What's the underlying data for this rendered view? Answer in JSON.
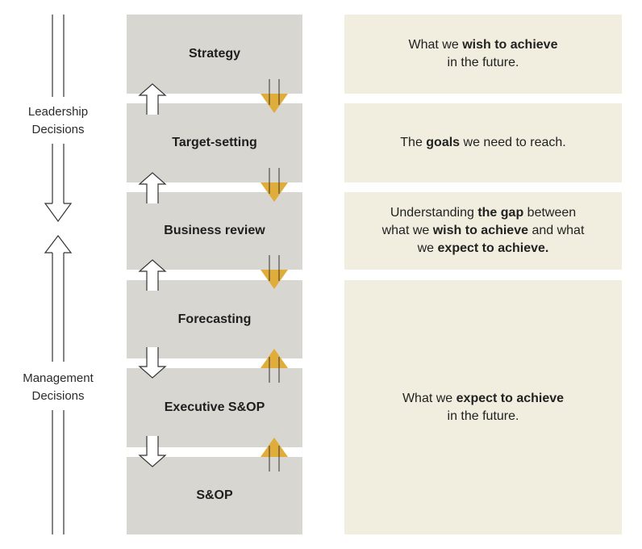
{
  "left_labels": {
    "leadership": [
      "Leadership",
      "Decisions"
    ],
    "management": [
      "Management",
      "Decisions"
    ]
  },
  "levels": [
    {
      "label": "Strategy"
    },
    {
      "label": "Target-setting"
    },
    {
      "label": "Business review"
    },
    {
      "label": "Forecasting"
    },
    {
      "label": "Executive S&OP"
    },
    {
      "label": "S&OP"
    }
  ],
  "descriptions": [
    {
      "lines": [
        [
          {
            "t": "What we "
          },
          {
            "t": "wish to achieve",
            "b": true
          }
        ],
        [
          {
            "t": "in the future."
          }
        ]
      ]
    },
    {
      "lines": [
        [
          {
            "t": "The "
          },
          {
            "t": "goals",
            "b": true
          },
          {
            "t": " we need to reach."
          }
        ]
      ]
    },
    {
      "lines": [
        [
          {
            "t": "Understanding "
          },
          {
            "t": "the gap",
            "b": true
          },
          {
            "t": " between"
          }
        ],
        [
          {
            "t": "what we "
          },
          {
            "t": "wish to achieve",
            "b": true
          },
          {
            "t": " and what"
          }
        ],
        [
          {
            "t": "we "
          },
          {
            "t": "expect to achieve.",
            "b": true
          }
        ]
      ]
    },
    {
      "lines": [
        [
          {
            "t": "What we "
          },
          {
            "t": "expect to achieve",
            "b": true
          }
        ],
        [
          {
            "t": "in the future."
          }
        ]
      ]
    }
  ],
  "colors": {
    "level_box": "#d7d6d1",
    "desc_box": "#f1eedf",
    "accent_arrow": "#e0ac3a"
  }
}
